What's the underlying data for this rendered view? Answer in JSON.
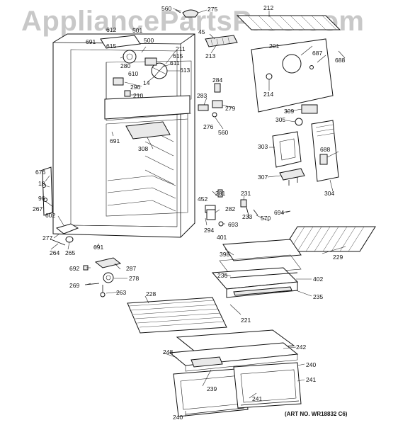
{
  "watermark": "AppliancePartsPros.com",
  "art_number": "(ART NO. WR18832 C6)",
  "callouts": {
    "c560a": "560",
    "c275": "275",
    "c212": "212",
    "c612": "612",
    "c501": "501",
    "c45": "45",
    "c691a": "691",
    "c615a": "615",
    "c500": "500",
    "c201": "201",
    "c687": "687",
    "c688a": "688",
    "c213": "213",
    "c211": "211",
    "c615b": "615",
    "c611": "611",
    "c613": "613",
    "c280": "280",
    "c610": "610",
    "c14": "14",
    "c296": "296",
    "c284": "284",
    "c214": "214",
    "c283": "283",
    "c210": "210",
    "c279": "279",
    "c276": "276",
    "c560b": "560",
    "c309": "309",
    "c305": "305",
    "c691b": "691",
    "c308": "308",
    "c303": "303",
    "c688b": "688",
    "c676": "676",
    "c307": "307",
    "c304": "304",
    "c18": "18",
    "c96": "96",
    "c267": "267",
    "c452": "452",
    "c281": "281",
    "c231": "231",
    "c282": "282",
    "c233": "233",
    "c694": "694",
    "c570": "570",
    "c602": "602",
    "c294": "294",
    "c693": "693",
    "c277": "277",
    "c401": "401",
    "c229": "229",
    "c264": "264",
    "c265": "265",
    "c691c": "691",
    "c398": "398",
    "c692": "692",
    "c287": "287",
    "c236": "236",
    "c402": "402",
    "c278": "278",
    "c269": "269",
    "c263": "263",
    "c228": "228",
    "c235": "235",
    "c221": "221",
    "c242": "242",
    "c248": "248",
    "c240a": "240",
    "c241a": "241",
    "c239": "239",
    "c241b": "241",
    "c240b": "240"
  }
}
